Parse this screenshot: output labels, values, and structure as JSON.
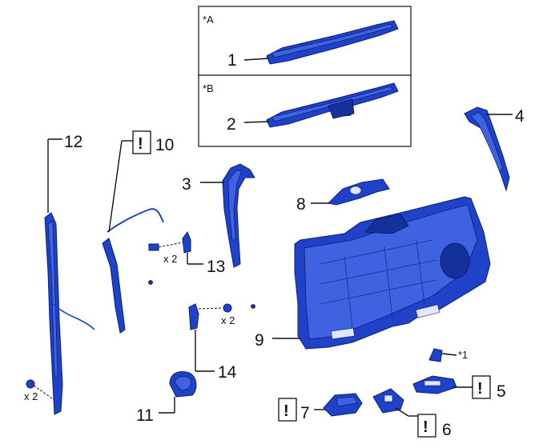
{
  "variants": {
    "a": {
      "label": "*A"
    },
    "b": {
      "label": "*B"
    },
    "note": "*1"
  },
  "callouts": {
    "c1": "1",
    "c2": "2",
    "c3": "3",
    "c4": "4",
    "c5": "5",
    "c6": "6",
    "c7": "7",
    "c8": "8",
    "c9": "9",
    "c10": "10",
    "c11": "11",
    "c12": "12",
    "c13": "13",
    "c14": "14"
  },
  "quantities": {
    "bolt_13": "x 2",
    "clip_14": "x 2",
    "clip_12": "x 2"
  },
  "warning_symbol": "!",
  "colors": {
    "part_blue": "#1f42c8",
    "part_outline": "#0b1f7a"
  }
}
